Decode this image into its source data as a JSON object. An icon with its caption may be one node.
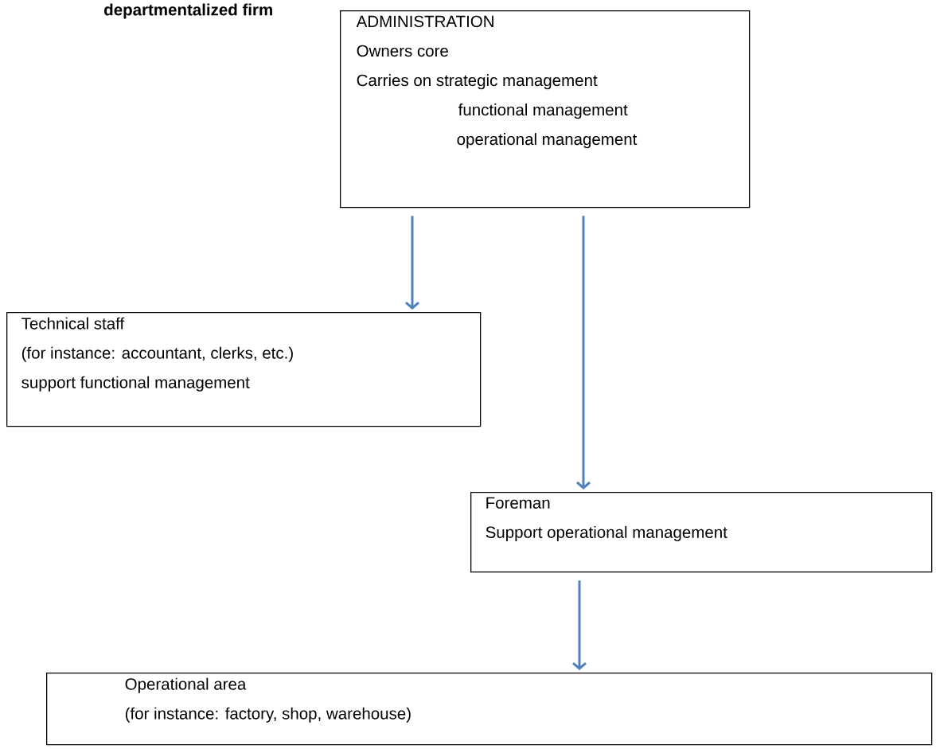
{
  "diagram": {
    "title": "departmentalized firm",
    "nodes": [
      {
        "text": [
          "ADMINISTRATION",
          "Owners core",
          "Carries on strategic management",
          "functional management",
          "operational management"
        ]
      },
      {
        "text": [
          "Technical staff",
          "(for instance: accountant, clerks, etc.)",
          "support functional management"
        ]
      },
      {
        "text": [
          "Foreman",
          "Support operational management"
        ]
      },
      {
        "text": [
          "Operational area",
          "(for instance: factory, shop, warehouse)"
        ]
      }
    ],
    "edges": [
      {
        "from": 0,
        "to": 1,
        "arrow": "to"
      },
      {
        "from": 0,
        "to": 2,
        "arrow": "to"
      },
      {
        "from": 2,
        "to": 3,
        "arrow": "to"
      }
    ]
  }
}
